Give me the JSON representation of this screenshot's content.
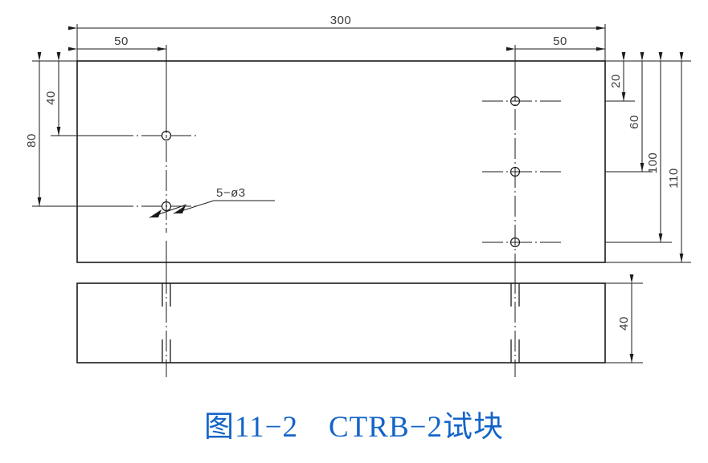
{
  "figure": {
    "caption": "图11−2　CTRB−2试块",
    "caption_color": "#1464c8",
    "line_color": "#1a1a1a",
    "background": "#ffffff",
    "title_part": "CTRB-2试块"
  },
  "dimensions": {
    "overall_length": "300",
    "left_edge_to_left_holes": "50",
    "right_holes_to_right_edge": "50",
    "top_to_upper_left_hole": "40",
    "top_to_lower_left_hole": "80",
    "top_to_upper_right_hole": "20",
    "upper_right_hole_to_middle_right_hole": "60",
    "top_to_lower_right_hole": "100",
    "plate_height": "110",
    "plate_thickness": "40"
  },
  "annotations": {
    "hole_callout": "5−ø3",
    "hole_callout_count": "5",
    "hole_callout_diameter": "3"
  },
  "views": {
    "top_view_name": "plan-view",
    "side_view_name": "side-view"
  },
  "holes": {
    "left_group_count": "2",
    "right_group_count": "3",
    "total": "5"
  }
}
